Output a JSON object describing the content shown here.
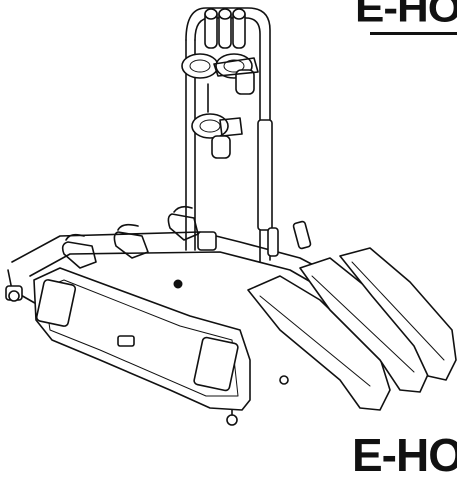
{
  "brand": {
    "top_text": "E-HO",
    "bottom_text": "E-HO"
  },
  "illustration": {
    "subject": "tow-bar-bike-carrier-3-bikes-line-drawing",
    "bike_positions": 3,
    "colors": {
      "line": "#111111",
      "background": "#ffffff"
    }
  }
}
